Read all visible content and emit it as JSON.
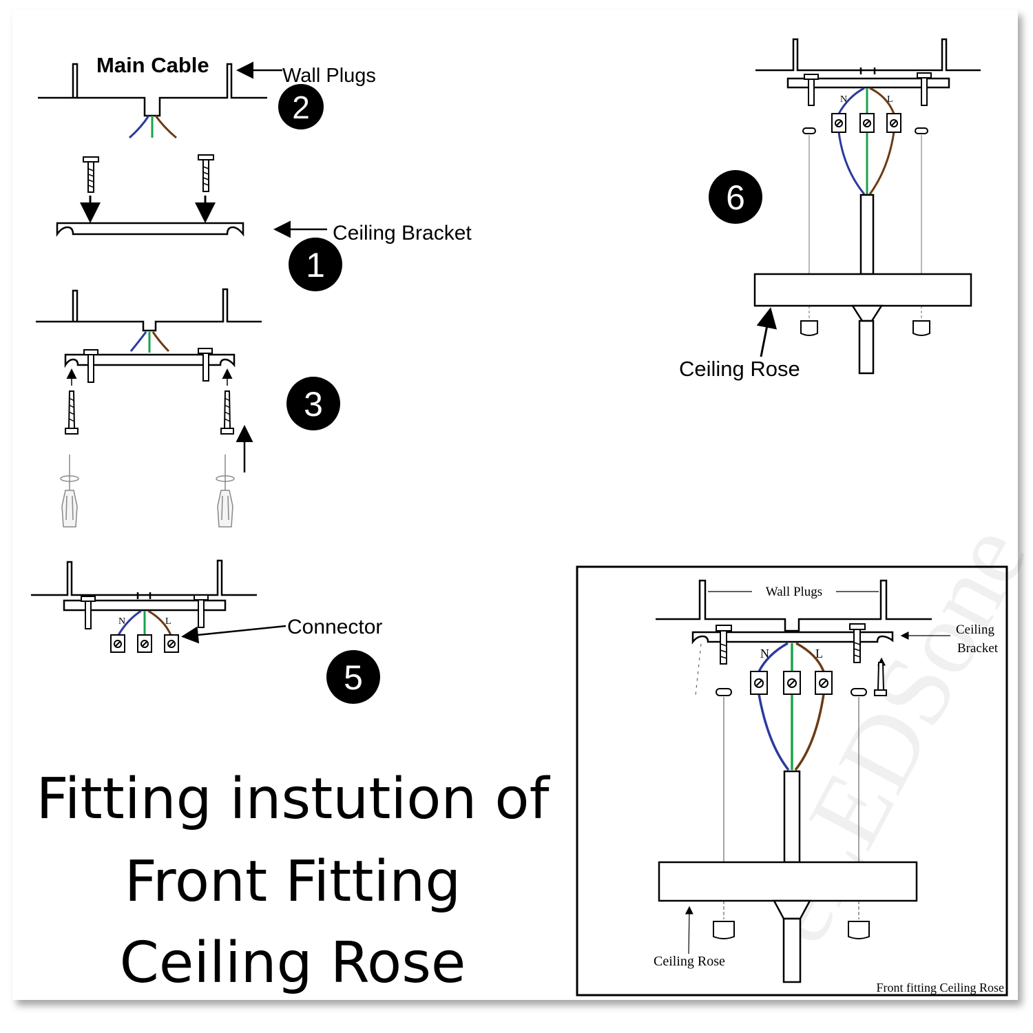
{
  "labels": {
    "main_cable": "Main Cable",
    "wall_plugs": "Wall Plugs",
    "ceiling_bracket": "Ceiling Bracket",
    "connector": "Connector",
    "ceiling_rose": "Ceiling Rose",
    "neutral": "N",
    "live": "L"
  },
  "steps": {
    "s1": "1",
    "s2": "2",
    "s3": "3",
    "s5": "5",
    "s6": "6"
  },
  "title": {
    "line1": "Fitting instution of",
    "line2": "Front Fitting",
    "line3": "Ceiling Rose"
  },
  "inset": {
    "wall_plugs": "Wall Plugs",
    "ceiling_bracket_line1": "Ceiling",
    "ceiling_bracket_line2": "Bracket",
    "ceiling_rose": "Ceiling Rose",
    "neutral": "N",
    "live": "L",
    "caption": "Front fitting Ceiling Rose",
    "watermark": "eLEDSone"
  },
  "colors": {
    "neutral_wire": "#2b3a9e",
    "earth_wire": "#1aa34a",
    "live_wire": "#6b3a14",
    "ink": "#000000"
  }
}
